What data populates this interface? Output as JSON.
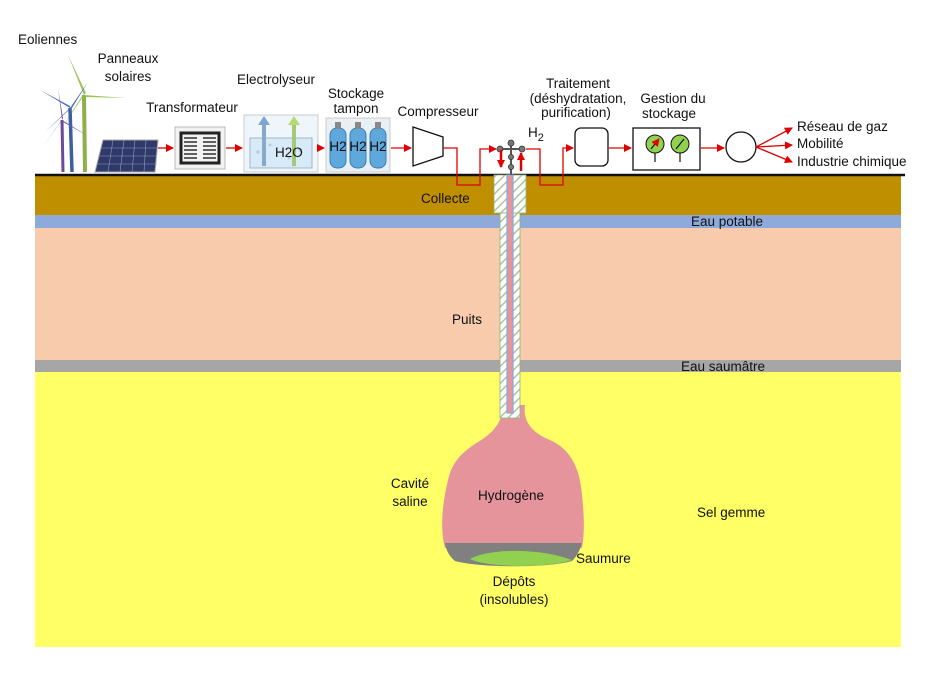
{
  "colors": {
    "ground": "#bf8f00",
    "potable_water": "#8eaadb",
    "rock": "#f8cbad",
    "brackish_water": "#a6a6a6",
    "rock_salt": "#ffff66",
    "cavity": "#e6949c",
    "brine": "#808080",
    "deposits": "#92d050",
    "flow_arrow": "#e00000",
    "hatch": "#a9c79b"
  },
  "components": {
    "wind": "Eoliennes",
    "solar_line1": "Panneaux",
    "solar_line2": "solaires",
    "transformer": "Transformateur",
    "electrolyser": "Electrolyseur",
    "electrolyser_inner": "H2O",
    "buffer_line1": "Stockage",
    "buffer_line2": "tampon",
    "tank_label": "H2",
    "compressor": "Compresseur",
    "h2_main": "H",
    "h2_sub": "2",
    "treatment_line1": "Traitement",
    "treatment_line2": "(déshydratation,",
    "treatment_line3": "purification)",
    "management_line1": "Gestion du",
    "management_line2": "stockage"
  },
  "outputs": [
    "Réseau de gaz",
    "Mobilité",
    "Industrie chimique"
  ],
  "underground": {
    "collecte": "Collecte",
    "eau_potable": "Eau potable",
    "puits": "Puits",
    "eau_saumatre": "Eau saumâtre",
    "cavite_line1": "Cavité",
    "cavite_line2": "saline",
    "hydrogene": "Hydrogène",
    "sel_gemme": "Sel gemme",
    "saumure": "Saumure",
    "depots_line1": "Dépôts",
    "depots_line2": "(insolubles)"
  }
}
